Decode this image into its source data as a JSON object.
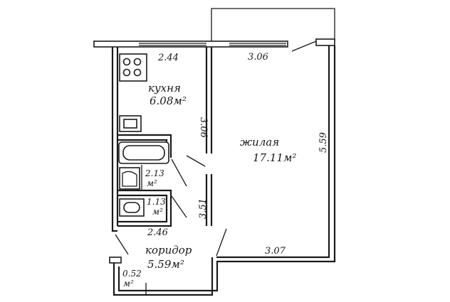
{
  "plan": {
    "kitchen": {
      "name": "кухня",
      "area": "6.08м²"
    },
    "living": {
      "name": "жилая",
      "area": "17.11м²"
    },
    "bathroom": {
      "area_line1": "2.13",
      "area_line2": "м²"
    },
    "toilet": {
      "area_line1": "1.13",
      "area_line2": "м²"
    },
    "corridor": {
      "name": "коридор",
      "area": "5.59м²"
    },
    "closet": {
      "area_line1": "0.52",
      "area_line2": "м²"
    },
    "dimensions": {
      "kitchen_top": "2.44",
      "living_top": "3.06",
      "kitchen_side": "3.06",
      "living_side": "5.59",
      "bath_side": "3.51",
      "bottom_left": "2.46",
      "living_bottom": "3.07"
    }
  }
}
